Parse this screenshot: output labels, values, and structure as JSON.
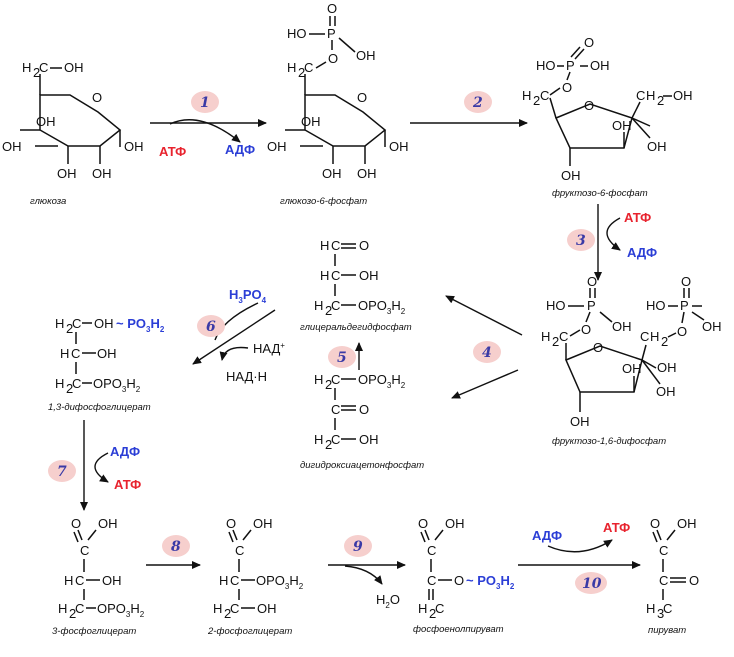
{
  "colors": {
    "atp": "#e8232e",
    "adp": "#2b3ed6",
    "step_badge": "#f6cfcd",
    "step_text": "#3a3aa6"
  },
  "steps": [
    "1",
    "2",
    "3",
    "4",
    "5",
    "6",
    "7",
    "8",
    "9",
    "10"
  ],
  "cofactors": {
    "atp": "АТФ",
    "adp": "АДФ",
    "h3po4": "H3PO4",
    "nad_plus": "НАД+",
    "nadh": "НАД·Н",
    "h2o": "H2O"
  },
  "compounds": {
    "glucose": "глюкоза",
    "g6p": "глюкозо-6-фосфат",
    "f6p": "фруктозо-6-фосфат",
    "f16bp": "фруктозо-1,6-дифосфат",
    "g3p": "глицеральдегидфосфат",
    "dhap": "дигидроксиацетонфосфат",
    "bpg13": "1,3-дифосфоглицерат",
    "pg3": "3-фосфоглицерат",
    "pg2": "2-фосфоглицерат",
    "pep": "фосфоенолпируват",
    "pyruvate": "пируват"
  },
  "atoms": {
    "oh": "OH",
    "ho": "HO",
    "h2": "H2",
    "ch": "CH",
    "c": "C",
    "o": "O",
    "p": "P",
    "po3h2": "~ PO3H2",
    "opo3h2": "OPO3H2",
    "h3c": "H3C"
  }
}
